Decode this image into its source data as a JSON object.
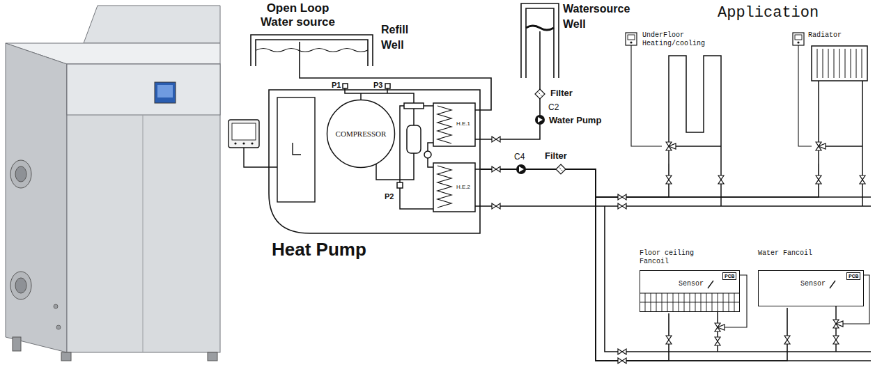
{
  "diagram": {
    "nodes": [
      {
        "text": [
          "Open Loop Water source",
          "Refill Well"
        ]
      },
      {
        "text": [
          "Watersource Well"
        ]
      },
      {
        "text": [
          "Heat Pump"
        ]
      },
      {
        "text": [
          "COMPRESSOR"
        ],
        "in": 2
      },
      {
        "text": [
          "UnderFloor Heating/cooling"
        ]
      },
      {
        "text": [
          "Radiator"
        ]
      },
      {
        "text": [
          "Floor ceiling Fancoil",
          "PCB",
          "Sensor"
        ]
      },
      {
        "text": [
          "Water Fancoil",
          "PCB",
          "Sensor"
        ]
      }
    ],
    "edges": [
      {
        "from": 1,
        "to": 2,
        "arrow": "none"
      },
      {
        "from": 2,
        "to": 0,
        "arrow": "none"
      },
      {
        "from": 2,
        "to": 4,
        "arrow": "none"
      },
      {
        "from": 2,
        "to": 5,
        "arrow": "none"
      },
      {
        "from": 2,
        "to": 6,
        "arrow": "none"
      },
      {
        "from": 2,
        "to": 7,
        "arrow": "none"
      }
    ],
    "labels": [
      "Filter",
      "C2",
      "Water Pump",
      "C4",
      "Filter",
      "P1",
      "P3",
      "P2",
      "H.E.1",
      "H.E.2",
      "Application"
    ]
  }
}
